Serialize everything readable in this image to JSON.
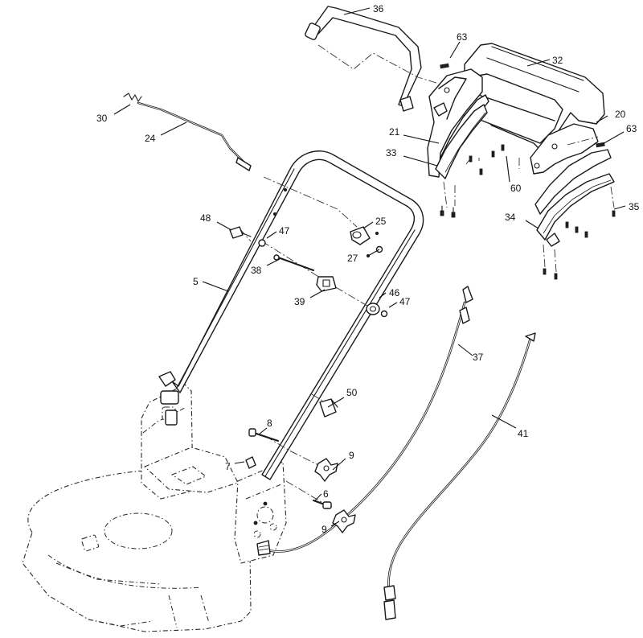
{
  "callouts": [
    {
      "id": "c36",
      "text": "36"
    },
    {
      "id": "c63a",
      "text": "63"
    },
    {
      "id": "c32",
      "text": "32"
    },
    {
      "id": "c30",
      "text": "30"
    },
    {
      "id": "c24",
      "text": "24"
    },
    {
      "id": "c21",
      "text": "21"
    },
    {
      "id": "c20",
      "text": "20"
    },
    {
      "id": "c63b",
      "text": "63"
    },
    {
      "id": "c33",
      "text": "33"
    },
    {
      "id": "c60",
      "text": "60"
    },
    {
      "id": "c35",
      "text": "35"
    },
    {
      "id": "c48",
      "text": "48"
    },
    {
      "id": "c47a",
      "text": "47"
    },
    {
      "id": "c25",
      "text": "25"
    },
    {
      "id": "c34",
      "text": "34"
    },
    {
      "id": "c27",
      "text": "27"
    },
    {
      "id": "c38",
      "text": "38"
    },
    {
      "id": "c5",
      "text": "5"
    },
    {
      "id": "c46",
      "text": "46"
    },
    {
      "id": "c39",
      "text": "39"
    },
    {
      "id": "c47b",
      "text": "47"
    },
    {
      "id": "c37",
      "text": "37"
    },
    {
      "id": "c50",
      "text": "50"
    },
    {
      "id": "c8",
      "text": "8"
    },
    {
      "id": "c41",
      "text": "41"
    },
    {
      "id": "c9a",
      "text": "9"
    },
    {
      "id": "c7",
      "text": "7"
    },
    {
      "id": "c6",
      "text": "6"
    },
    {
      "id": "c9b",
      "text": "9"
    }
  ]
}
